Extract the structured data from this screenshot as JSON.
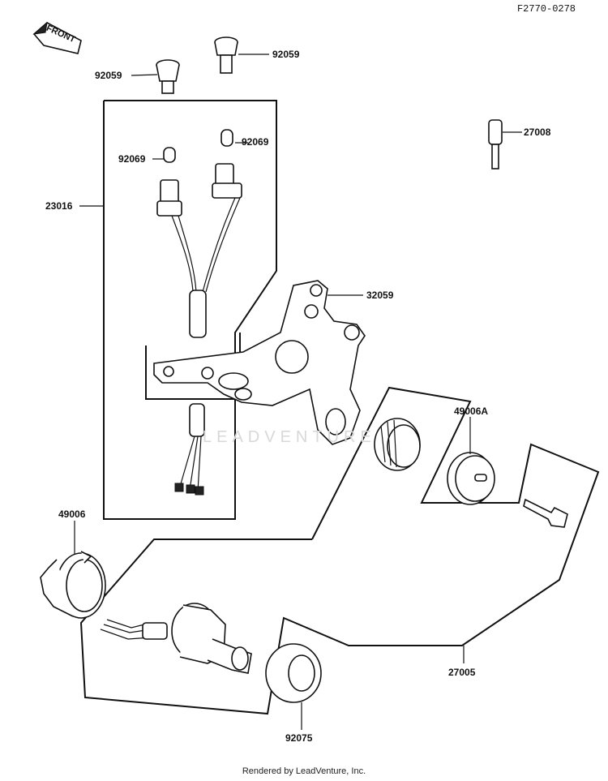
{
  "figure_number": "F2770-0278",
  "front_label": "FRONT",
  "watermark": "LEADVENTURE",
  "footer": "Rendered by LeadVenture, Inc.",
  "callouts": {
    "p92059_left": "92059",
    "p92059_right": "92059",
    "p92069_left": "92069",
    "p92069_right": "92069",
    "p23016": "23016",
    "p32059": "32059",
    "p27008": "27008",
    "p49006A": "49006A",
    "p49006": "49006",
    "p27005": "27005",
    "p92075": "92075"
  }
}
